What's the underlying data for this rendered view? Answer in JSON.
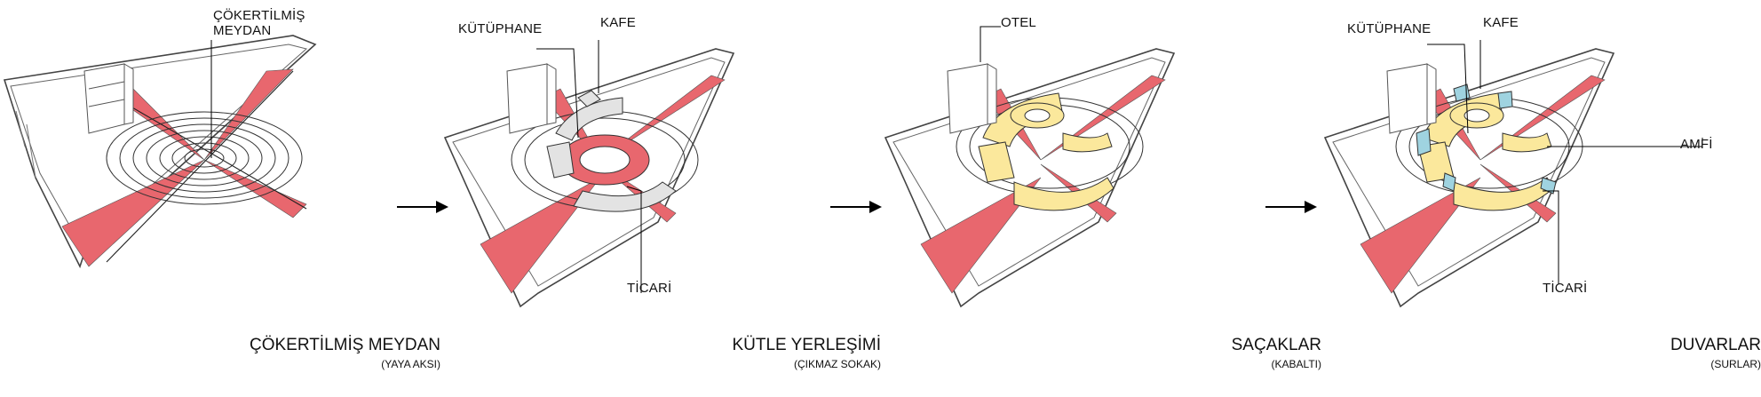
{
  "colors": {
    "axis_red": "#e8676e",
    "yellow": "#fbe89c",
    "gray": "#e3e3e3",
    "blue": "#9fd3e0",
    "line": "#444444"
  },
  "panels": [
    {
      "title": "ÇÖKERTİLMİŞ MEYDAN",
      "subtitle": "(YAYA AKSI)",
      "labels": [
        {
          "text": "ÇÖKERTİLMİŞ"
        },
        {
          "text": "MEYDAN"
        }
      ]
    },
    {
      "title": "KÜTLE YERLEŞİMİ",
      "subtitle": "(ÇIKMAZ SOKAK)",
      "labels": [
        {
          "text": "KÜTÜPHANE"
        },
        {
          "text": "KAFE"
        },
        {
          "text": "TİCARİ"
        }
      ]
    },
    {
      "title": "SAÇAKLAR",
      "subtitle": "(KABALTI)",
      "labels": [
        {
          "text": "OTEL"
        }
      ]
    },
    {
      "title": "DUVARLAR",
      "subtitle": "(SURLAR)",
      "labels": [
        {
          "text": "KÜTÜPHANE"
        },
        {
          "text": "KAFE"
        },
        {
          "text": "AMFİ"
        },
        {
          "text": "TİCARİ"
        }
      ]
    }
  ],
  "arrows": [
    "right-arrow",
    "right-arrow",
    "right-arrow"
  ]
}
